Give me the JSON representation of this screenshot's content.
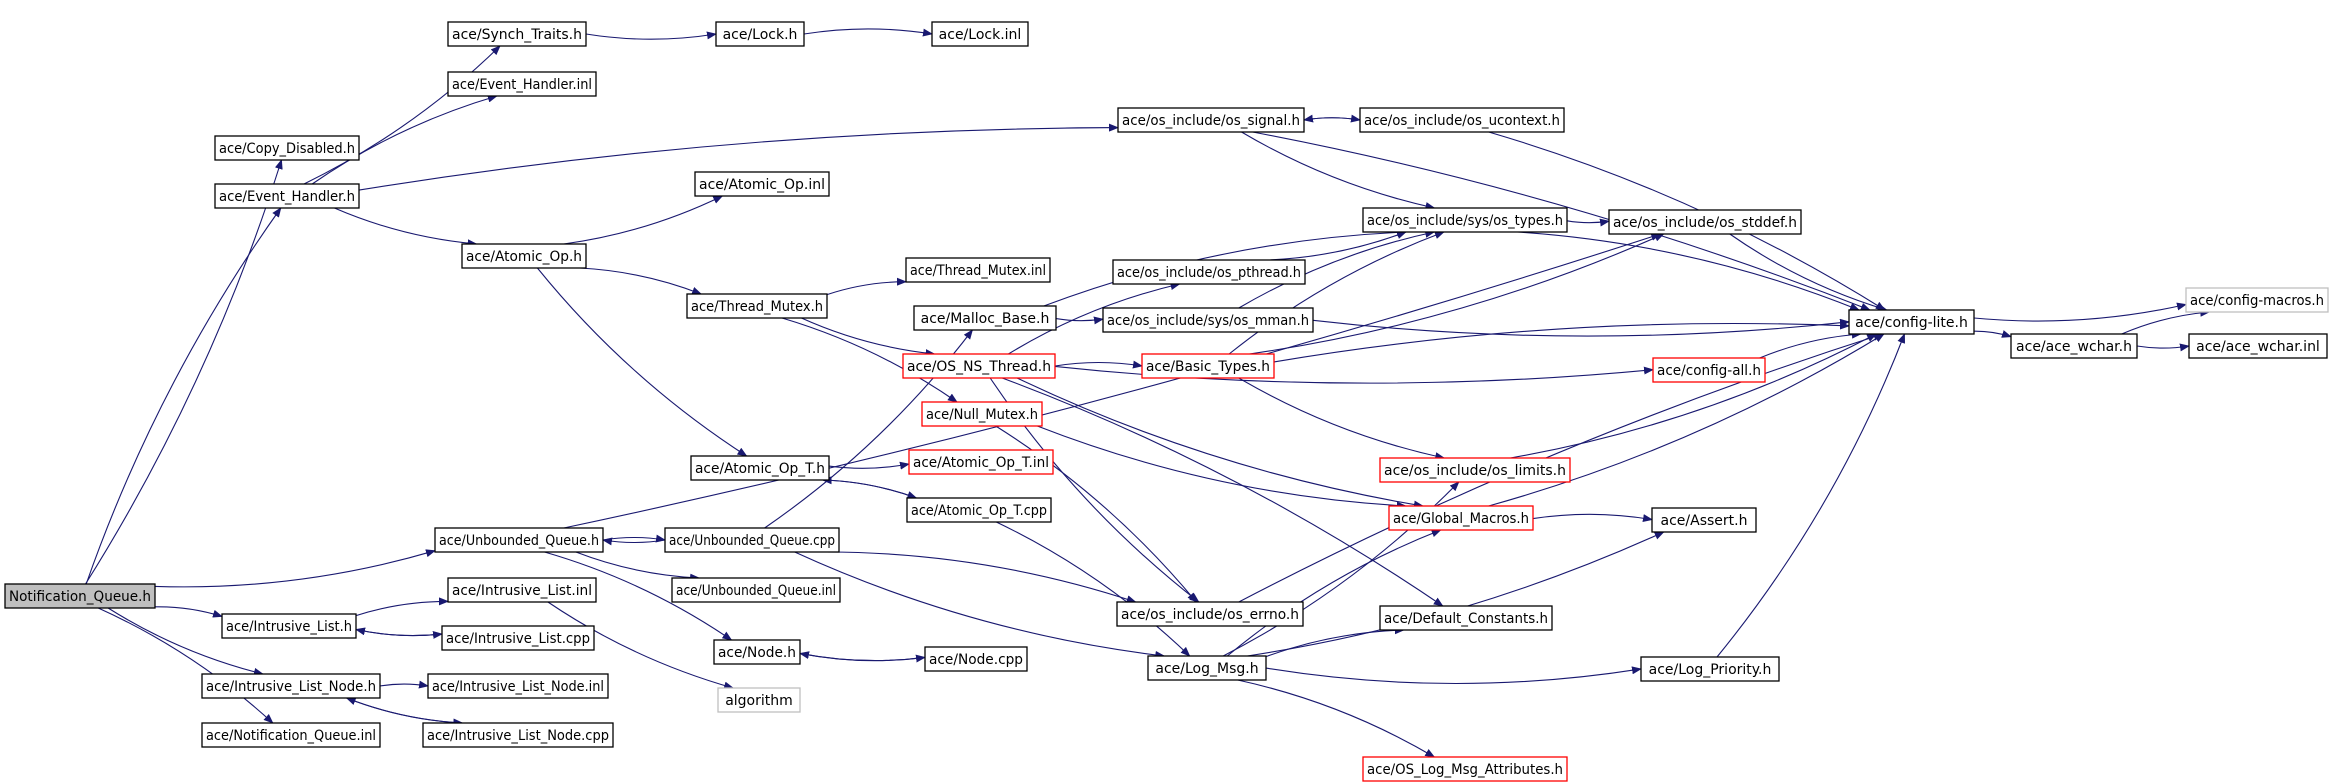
{
  "colors": {
    "edge": "#191970",
    "border": "#000000",
    "incomplete": "#ff0000",
    "external": "#bfbfbf",
    "root_fill": "#bfbfbf"
  },
  "nodes": [
    {
      "id": "nq_h",
      "label": "Notification_Queue.h",
      "style": "root"
    },
    {
      "id": "copy_disabled",
      "label": "ace/Copy_Disabled.h",
      "style": "normal"
    },
    {
      "id": "event_handler_h",
      "label": "ace/Event_Handler.h",
      "style": "normal"
    },
    {
      "id": "synch_traits",
      "label": "ace/Synch_Traits.h",
      "style": "normal"
    },
    {
      "id": "event_handler_inl",
      "label": "ace/Event_Handler.inl",
      "style": "normal"
    },
    {
      "id": "lock_h",
      "label": "ace/Lock.h",
      "style": "normal"
    },
    {
      "id": "lock_inl",
      "label": "ace/Lock.inl",
      "style": "normal"
    },
    {
      "id": "atomic_op_inl",
      "label": "ace/Atomic_Op.inl",
      "style": "normal"
    },
    {
      "id": "atomic_op_h",
      "label": "ace/Atomic_Op.h",
      "style": "normal"
    },
    {
      "id": "os_signal",
      "label": "ace/os_include/os_signal.h",
      "style": "normal"
    },
    {
      "id": "os_ucontext",
      "label": "ace/os_include/os_ucontext.h",
      "style": "normal"
    },
    {
      "id": "os_types",
      "label": "ace/os_include/sys/os_types.h",
      "style": "normal"
    },
    {
      "id": "os_stddef",
      "label": "ace/os_include/os_stddef.h",
      "style": "normal"
    },
    {
      "id": "thread_mutex_inl",
      "label": "ace/Thread_Mutex.inl",
      "style": "normal"
    },
    {
      "id": "thread_mutex_h",
      "label": "ace/Thread_Mutex.h",
      "style": "normal"
    },
    {
      "id": "os_pthread",
      "label": "ace/os_include/os_pthread.h",
      "style": "normal"
    },
    {
      "id": "malloc_base",
      "label": "ace/Malloc_Base.h",
      "style": "normal"
    },
    {
      "id": "os_mman",
      "label": "ace/os_include/sys/os_mman.h",
      "style": "normal"
    },
    {
      "id": "config_lite",
      "label": "ace/config-lite.h",
      "style": "normal"
    },
    {
      "id": "config_macros",
      "label": "ace/config-macros.h",
      "style": "gray"
    },
    {
      "id": "os_ns_thread",
      "label": "ace/OS_NS_Thread.h",
      "style": "red"
    },
    {
      "id": "basic_types",
      "label": "ace/Basic_Types.h",
      "style": "red"
    },
    {
      "id": "config_all",
      "label": "ace/config-all.h",
      "style": "red"
    },
    {
      "id": "ace_wchar_h",
      "label": "ace/ace_wchar.h",
      "style": "normal"
    },
    {
      "id": "ace_wchar_inl",
      "label": "ace/ace_wchar.inl",
      "style": "normal"
    },
    {
      "id": "null_mutex",
      "label": "ace/Null_Mutex.h",
      "style": "red"
    },
    {
      "id": "atomic_op_t_inl",
      "label": "ace/Atomic_Op_T.inl",
      "style": "red"
    },
    {
      "id": "atomic_op_t_h",
      "label": "ace/Atomic_Op_T.h",
      "style": "normal"
    },
    {
      "id": "os_limits",
      "label": "ace/os_include/os_limits.h",
      "style": "red"
    },
    {
      "id": "atomic_op_t_cpp",
      "label": "ace/Atomic_Op_T.cpp",
      "style": "normal"
    },
    {
      "id": "global_macros",
      "label": "ace/Global_Macros.h",
      "style": "red"
    },
    {
      "id": "assert_h",
      "label": "ace/Assert.h",
      "style": "normal"
    },
    {
      "id": "unbounded_queue_h",
      "label": "ace/Unbounded_Queue.h",
      "style": "normal"
    },
    {
      "id": "unbounded_queue_cpp",
      "label": "ace/Unbounded_Queue.cpp",
      "style": "normal"
    },
    {
      "id": "intrusive_list_inl",
      "label": "ace/Intrusive_List.inl",
      "style": "normal"
    },
    {
      "id": "unbounded_queue_inl",
      "label": "ace/Unbounded_Queue.inl",
      "style": "normal"
    },
    {
      "id": "intrusive_list_h",
      "label": "ace/Intrusive_List.h",
      "style": "normal"
    },
    {
      "id": "intrusive_list_cpp",
      "label": "ace/Intrusive_List.cpp",
      "style": "normal"
    },
    {
      "id": "os_errno",
      "label": "ace/os_include/os_errno.h",
      "style": "normal"
    },
    {
      "id": "default_constants",
      "label": "ace/Default_Constants.h",
      "style": "normal"
    },
    {
      "id": "node_h",
      "label": "ace/Node.h",
      "style": "normal"
    },
    {
      "id": "node_cpp",
      "label": "ace/Node.cpp",
      "style": "normal"
    },
    {
      "id": "log_msg",
      "label": "ace/Log_Msg.h",
      "style": "normal"
    },
    {
      "id": "log_priority",
      "label": "ace/Log_Priority.h",
      "style": "normal"
    },
    {
      "id": "intrusive_list_node_h",
      "label": "ace/Intrusive_List_Node.h",
      "style": "normal"
    },
    {
      "id": "intrusive_list_node_inl",
      "label": "ace/Intrusive_List_Node.inl",
      "style": "normal"
    },
    {
      "id": "algorithm",
      "label": "algorithm",
      "style": "gray"
    },
    {
      "id": "intrusive_list_node_cpp",
      "label": "ace/Intrusive_List_Node.cpp",
      "style": "normal"
    },
    {
      "id": "notification_queue_inl",
      "label": "ace/Notification_Queue.inl",
      "style": "normal"
    },
    {
      "id": "os_log_msg_attributes",
      "label": "ace/OS_Log_Msg_Attributes.h",
      "style": "red"
    }
  ],
  "edges": [
    [
      "nq_h",
      "copy_disabled"
    ],
    [
      "nq_h",
      "event_handler_h"
    ],
    [
      "nq_h",
      "unbounded_queue_h"
    ],
    [
      "nq_h",
      "intrusive_list_h"
    ],
    [
      "nq_h",
      "intrusive_list_node_h"
    ],
    [
      "nq_h",
      "notification_queue_inl"
    ],
    [
      "event_handler_h",
      "synch_traits"
    ],
    [
      "event_handler_h",
      "event_handler_inl"
    ],
    [
      "event_handler_h",
      "atomic_op_h"
    ],
    [
      "event_handler_h",
      "os_signal"
    ],
    [
      "synch_traits",
      "lock_h"
    ],
    [
      "lock_h",
      "lock_inl"
    ],
    [
      "atomic_op_h",
      "atomic_op_inl"
    ],
    [
      "atomic_op_h",
      "thread_mutex_h"
    ],
    [
      "atomic_op_h",
      "atomic_op_t_h"
    ],
    [
      "os_signal",
      "os_ucontext"
    ],
    [
      "os_signal",
      "os_types"
    ],
    [
      "os_signal",
      "config_lite"
    ],
    [
      "os_ucontext",
      "os_signal"
    ],
    [
      "os_ucontext",
      "config_lite"
    ],
    [
      "os_types",
      "os_stddef"
    ],
    [
      "os_types",
      "config_lite"
    ],
    [
      "os_stddef",
      "config_lite"
    ],
    [
      "thread_mutex_h",
      "thread_mutex_inl"
    ],
    [
      "thread_mutex_h",
      "os_ns_thread"
    ],
    [
      "thread_mutex_h",
      "null_mutex"
    ],
    [
      "os_pthread",
      "os_types"
    ],
    [
      "malloc_base",
      "os_types"
    ],
    [
      "malloc_base",
      "os_mman"
    ],
    [
      "os_mman",
      "os_types"
    ],
    [
      "os_mman",
      "config_lite"
    ],
    [
      "os_ns_thread",
      "basic_types"
    ],
    [
      "os_ns_thread",
      "config_all"
    ],
    [
      "os_ns_thread",
      "os_pthread"
    ],
    [
      "os_ns_thread",
      "global_macros"
    ],
    [
      "os_ns_thread",
      "default_constants"
    ],
    [
      "os_ns_thread",
      "os_errno"
    ],
    [
      "basic_types",
      "config_lite"
    ],
    [
      "basic_types",
      "os_limits"
    ],
    [
      "basic_types",
      "os_types"
    ],
    [
      "basic_types",
      "os_stddef"
    ],
    [
      "config_all",
      "config_lite"
    ],
    [
      "config_lite",
      "config_macros"
    ],
    [
      "config_lite",
      "ace_wchar_h"
    ],
    [
      "ace_wchar_h",
      "ace_wchar_inl"
    ],
    [
      "ace_wchar_h",
      "config_macros"
    ],
    [
      "null_mutex",
      "global_macros"
    ],
    [
      "null_mutex",
      "os_errno"
    ],
    [
      "atomic_op_t_h",
      "atomic_op_t_inl"
    ],
    [
      "atomic_op_t_h",
      "atomic_op_t_cpp"
    ],
    [
      "atomic_op_t_cpp",
      "atomic_op_t_h"
    ],
    [
      "atomic_op_t_cpp",
      "log_msg"
    ],
    [
      "os_limits",
      "config_lite"
    ],
    [
      "global_macros",
      "assert_h"
    ],
    [
      "global_macros",
      "config_lite"
    ],
    [
      "unbounded_queue_h",
      "unbounded_queue_cpp"
    ],
    [
      "unbounded_queue_h",
      "unbounded_queue_inl"
    ],
    [
      "unbounded_queue_h",
      "node_h"
    ],
    [
      "unbounded_queue_h",
      "os_stddef"
    ],
    [
      "unbounded_queue_cpp",
      "unbounded_queue_h"
    ],
    [
      "unbounded_queue_cpp",
      "malloc_base"
    ],
    [
      "unbounded_queue_cpp",
      "os_errno"
    ],
    [
      "unbounded_queue_cpp",
      "log_msg"
    ],
    [
      "intrusive_list_h",
      "intrusive_list_inl"
    ],
    [
      "intrusive_list_h",
      "intrusive_list_cpp"
    ],
    [
      "intrusive_list_cpp",
      "intrusive_list_h"
    ],
    [
      "intrusive_list_inl",
      "algorithm"
    ],
    [
      "os_errno",
      "config_lite"
    ],
    [
      "node_h",
      "node_cpp"
    ],
    [
      "node_cpp",
      "node_h"
    ],
    [
      "log_msg",
      "log_priority"
    ],
    [
      "log_msg",
      "default_constants"
    ],
    [
      "log_msg",
      "assert_h"
    ],
    [
      "log_msg",
      "global_macros"
    ],
    [
      "log_msg",
      "os_limits"
    ],
    [
      "log_msg",
      "os_log_msg_attributes"
    ],
    [
      "log_priority",
      "config_lite"
    ],
    [
      "intrusive_list_node_h",
      "intrusive_list_node_inl"
    ],
    [
      "intrusive_list_node_h",
      "intrusive_list_node_cpp"
    ],
    [
      "intrusive_list_node_cpp",
      "intrusive_list_node_h"
    ]
  ]
}
